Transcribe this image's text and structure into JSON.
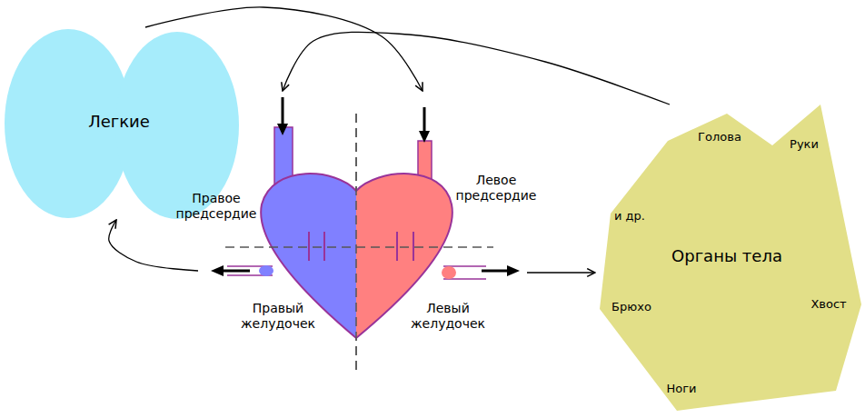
{
  "diagram": {
    "nodes": [
      {
        "text": [
          "Легкие"
        ]
      },
      {
        "text": [
          "Правое предсердие"
        ]
      },
      {
        "text": [
          "Левое предсердие"
        ]
      },
      {
        "text": [
          "Правый желудочек"
        ]
      },
      {
        "text": [
          "Левый желудочек"
        ]
      },
      {
        "text": [
          "Органы тела",
          "Голова",
          "Руки",
          "и др.",
          "Брюхо",
          "Хвост",
          "Ноги"
        ]
      }
    ],
    "edges": [
      {
        "from": 0,
        "to": 2,
        "arrow": "to"
      },
      {
        "from": 5,
        "to": 1,
        "arrow": "to"
      },
      {
        "from": 3,
        "to": 0,
        "arrow": "to"
      },
      {
        "from": 4,
        "to": 5,
        "arrow": "to"
      }
    ]
  }
}
